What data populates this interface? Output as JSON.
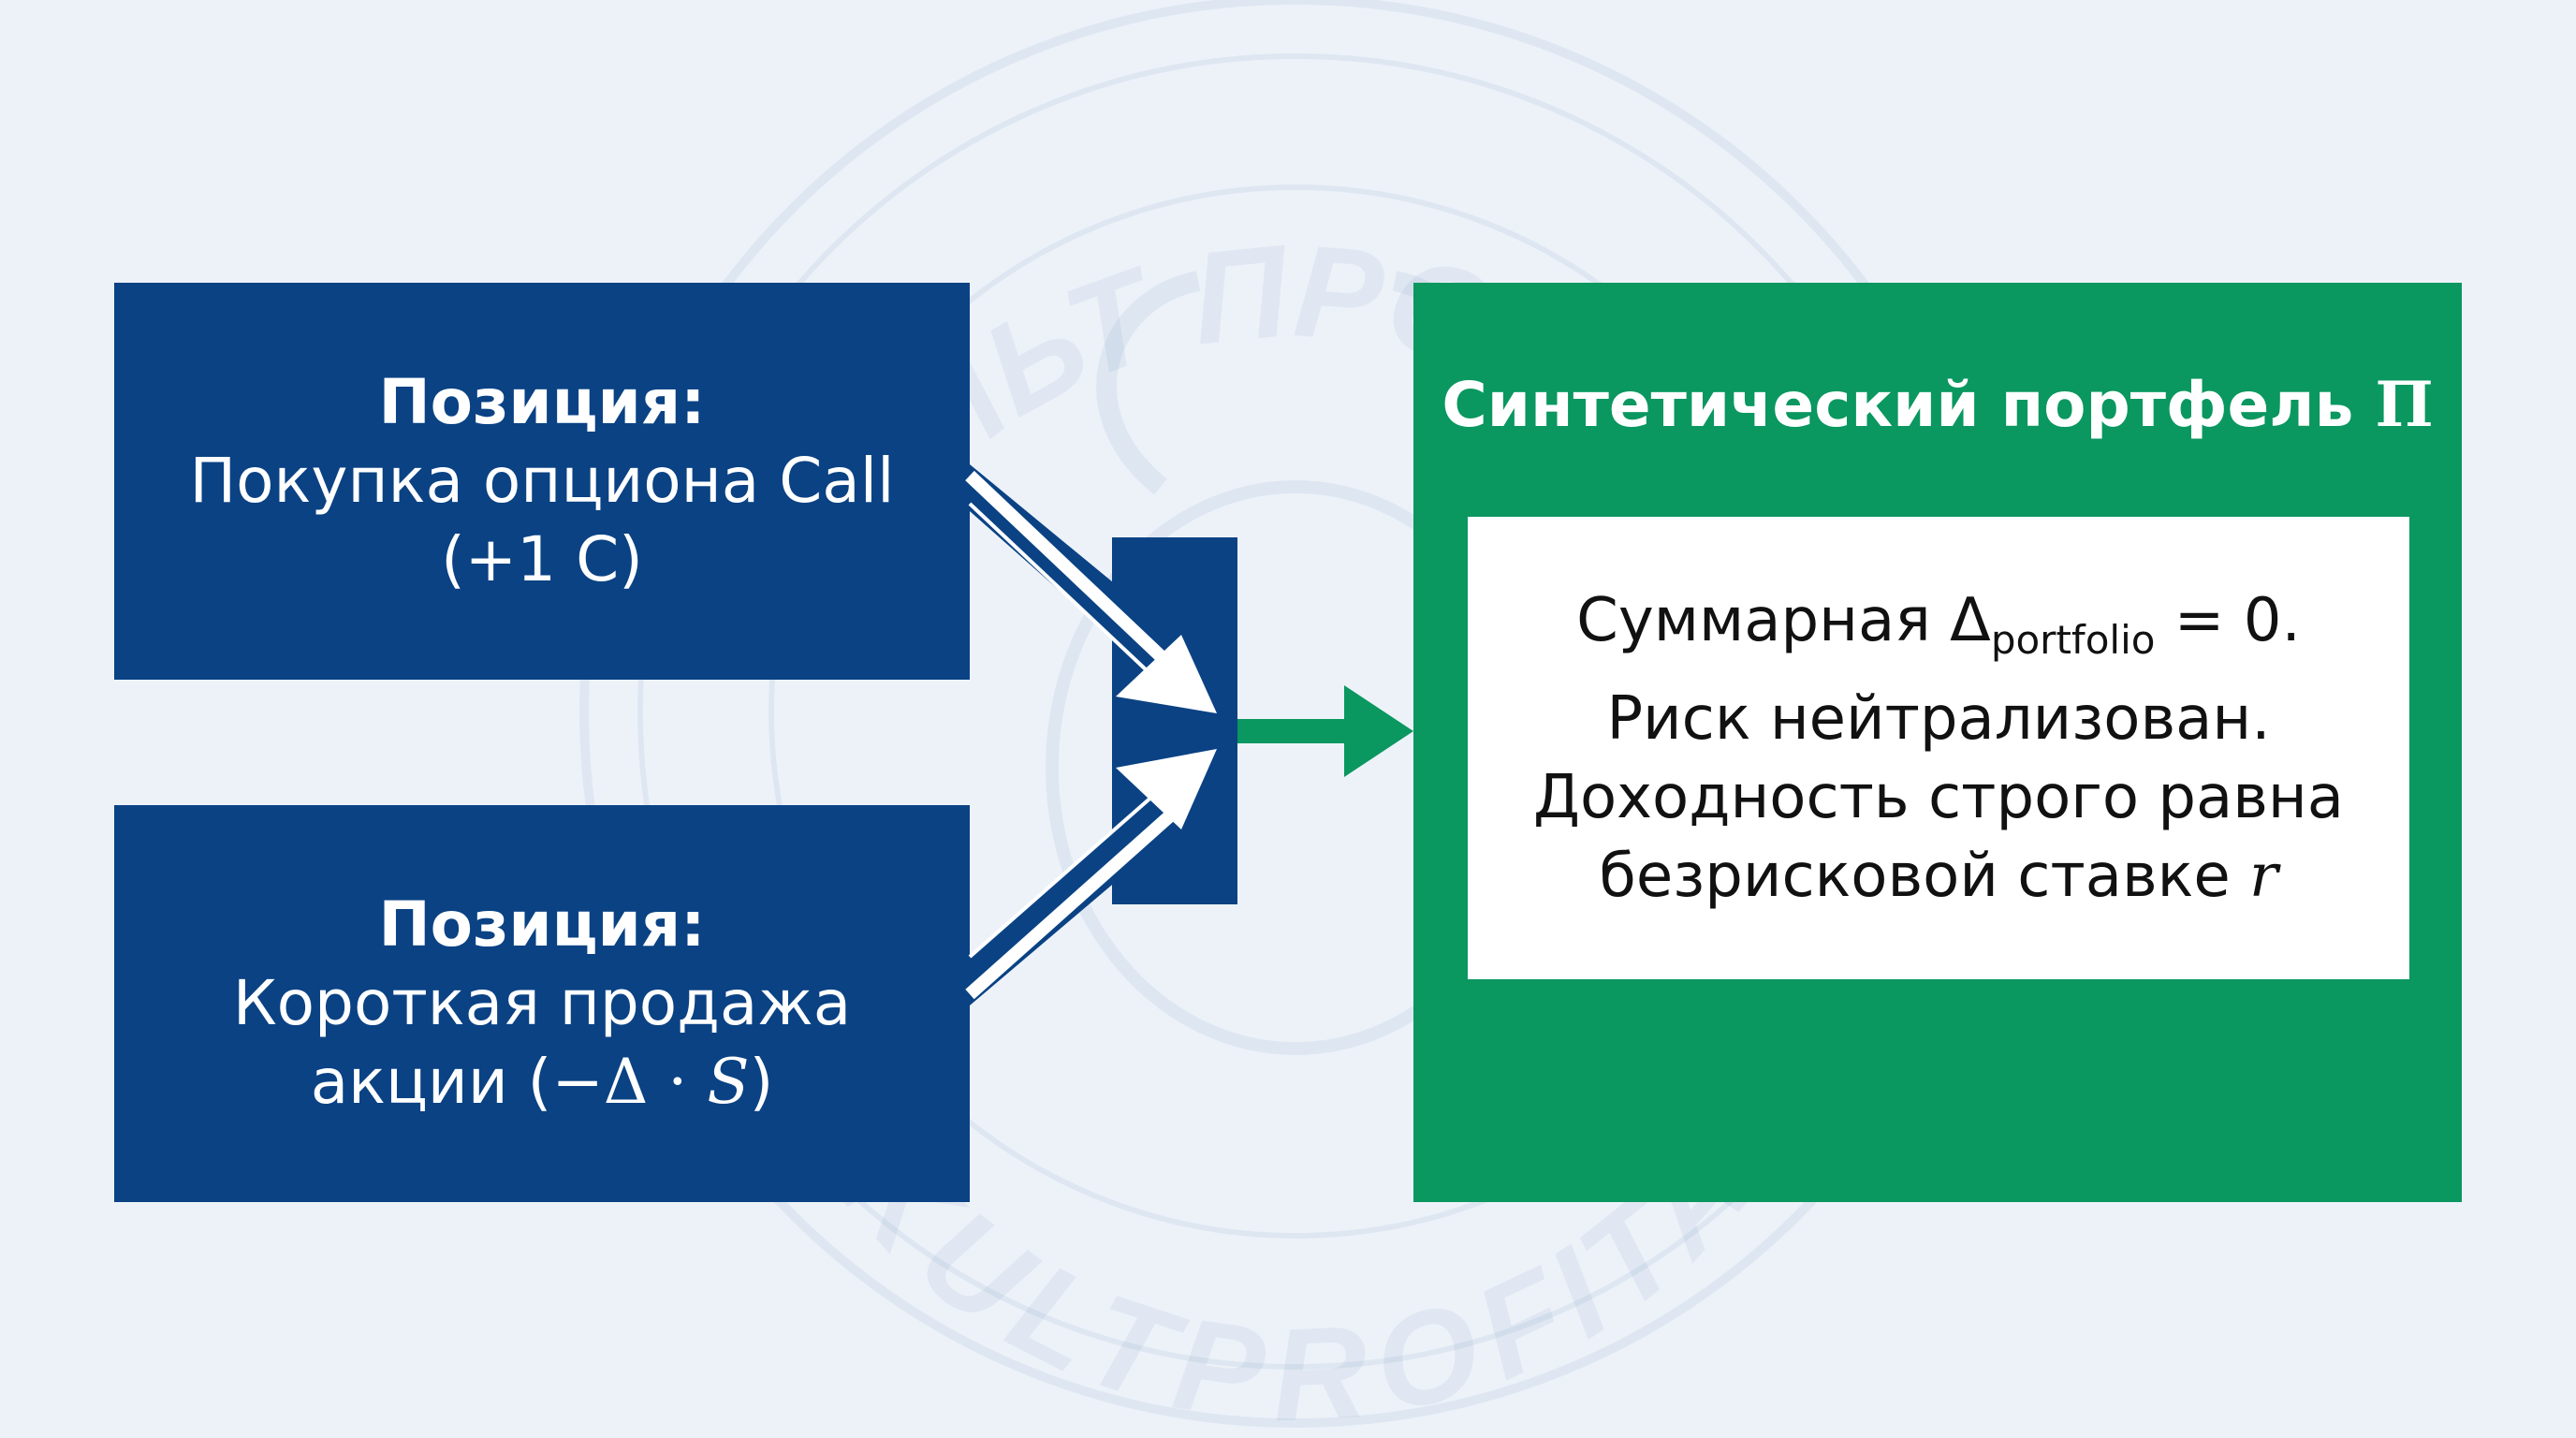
{
  "watermark": {
    "top_text": "КУЛЬТ ПРОФИТА",
    "bottom_text": "KULTPROFITA"
  },
  "colors": {
    "background": "#edf2f9",
    "position_box": "#0a4284",
    "portfolio_box": "#0a9760",
    "arrow_green": "#0a9760",
    "arrow_white": "#ffffff"
  },
  "call_position": {
    "title": "Позиция:",
    "line1": "Покупка опциона Call",
    "line2": "(+1 C)"
  },
  "short_position": {
    "title": "Позиция:",
    "line1": "Короткая продажа",
    "line2_prefix": "акции (",
    "line2_math": "−Δ · ",
    "line2_var": "S",
    "line2_suffix": ")"
  },
  "portfolio": {
    "title": "Синтетический портфель ",
    "title_symbol": "Π",
    "line1_prefix": "Суммарная Δ",
    "line1_sub": "portfolio",
    "line1_suffix": " = 0.",
    "line2": "Риск нейтрализован.",
    "line3": "Доходность строго равна",
    "line4_prefix": "безрисковой ставке ",
    "line4_var": "r"
  },
  "icons": {
    "merge_arrows": "double-arrow-icon",
    "result_arrow": "arrow-right-icon"
  }
}
